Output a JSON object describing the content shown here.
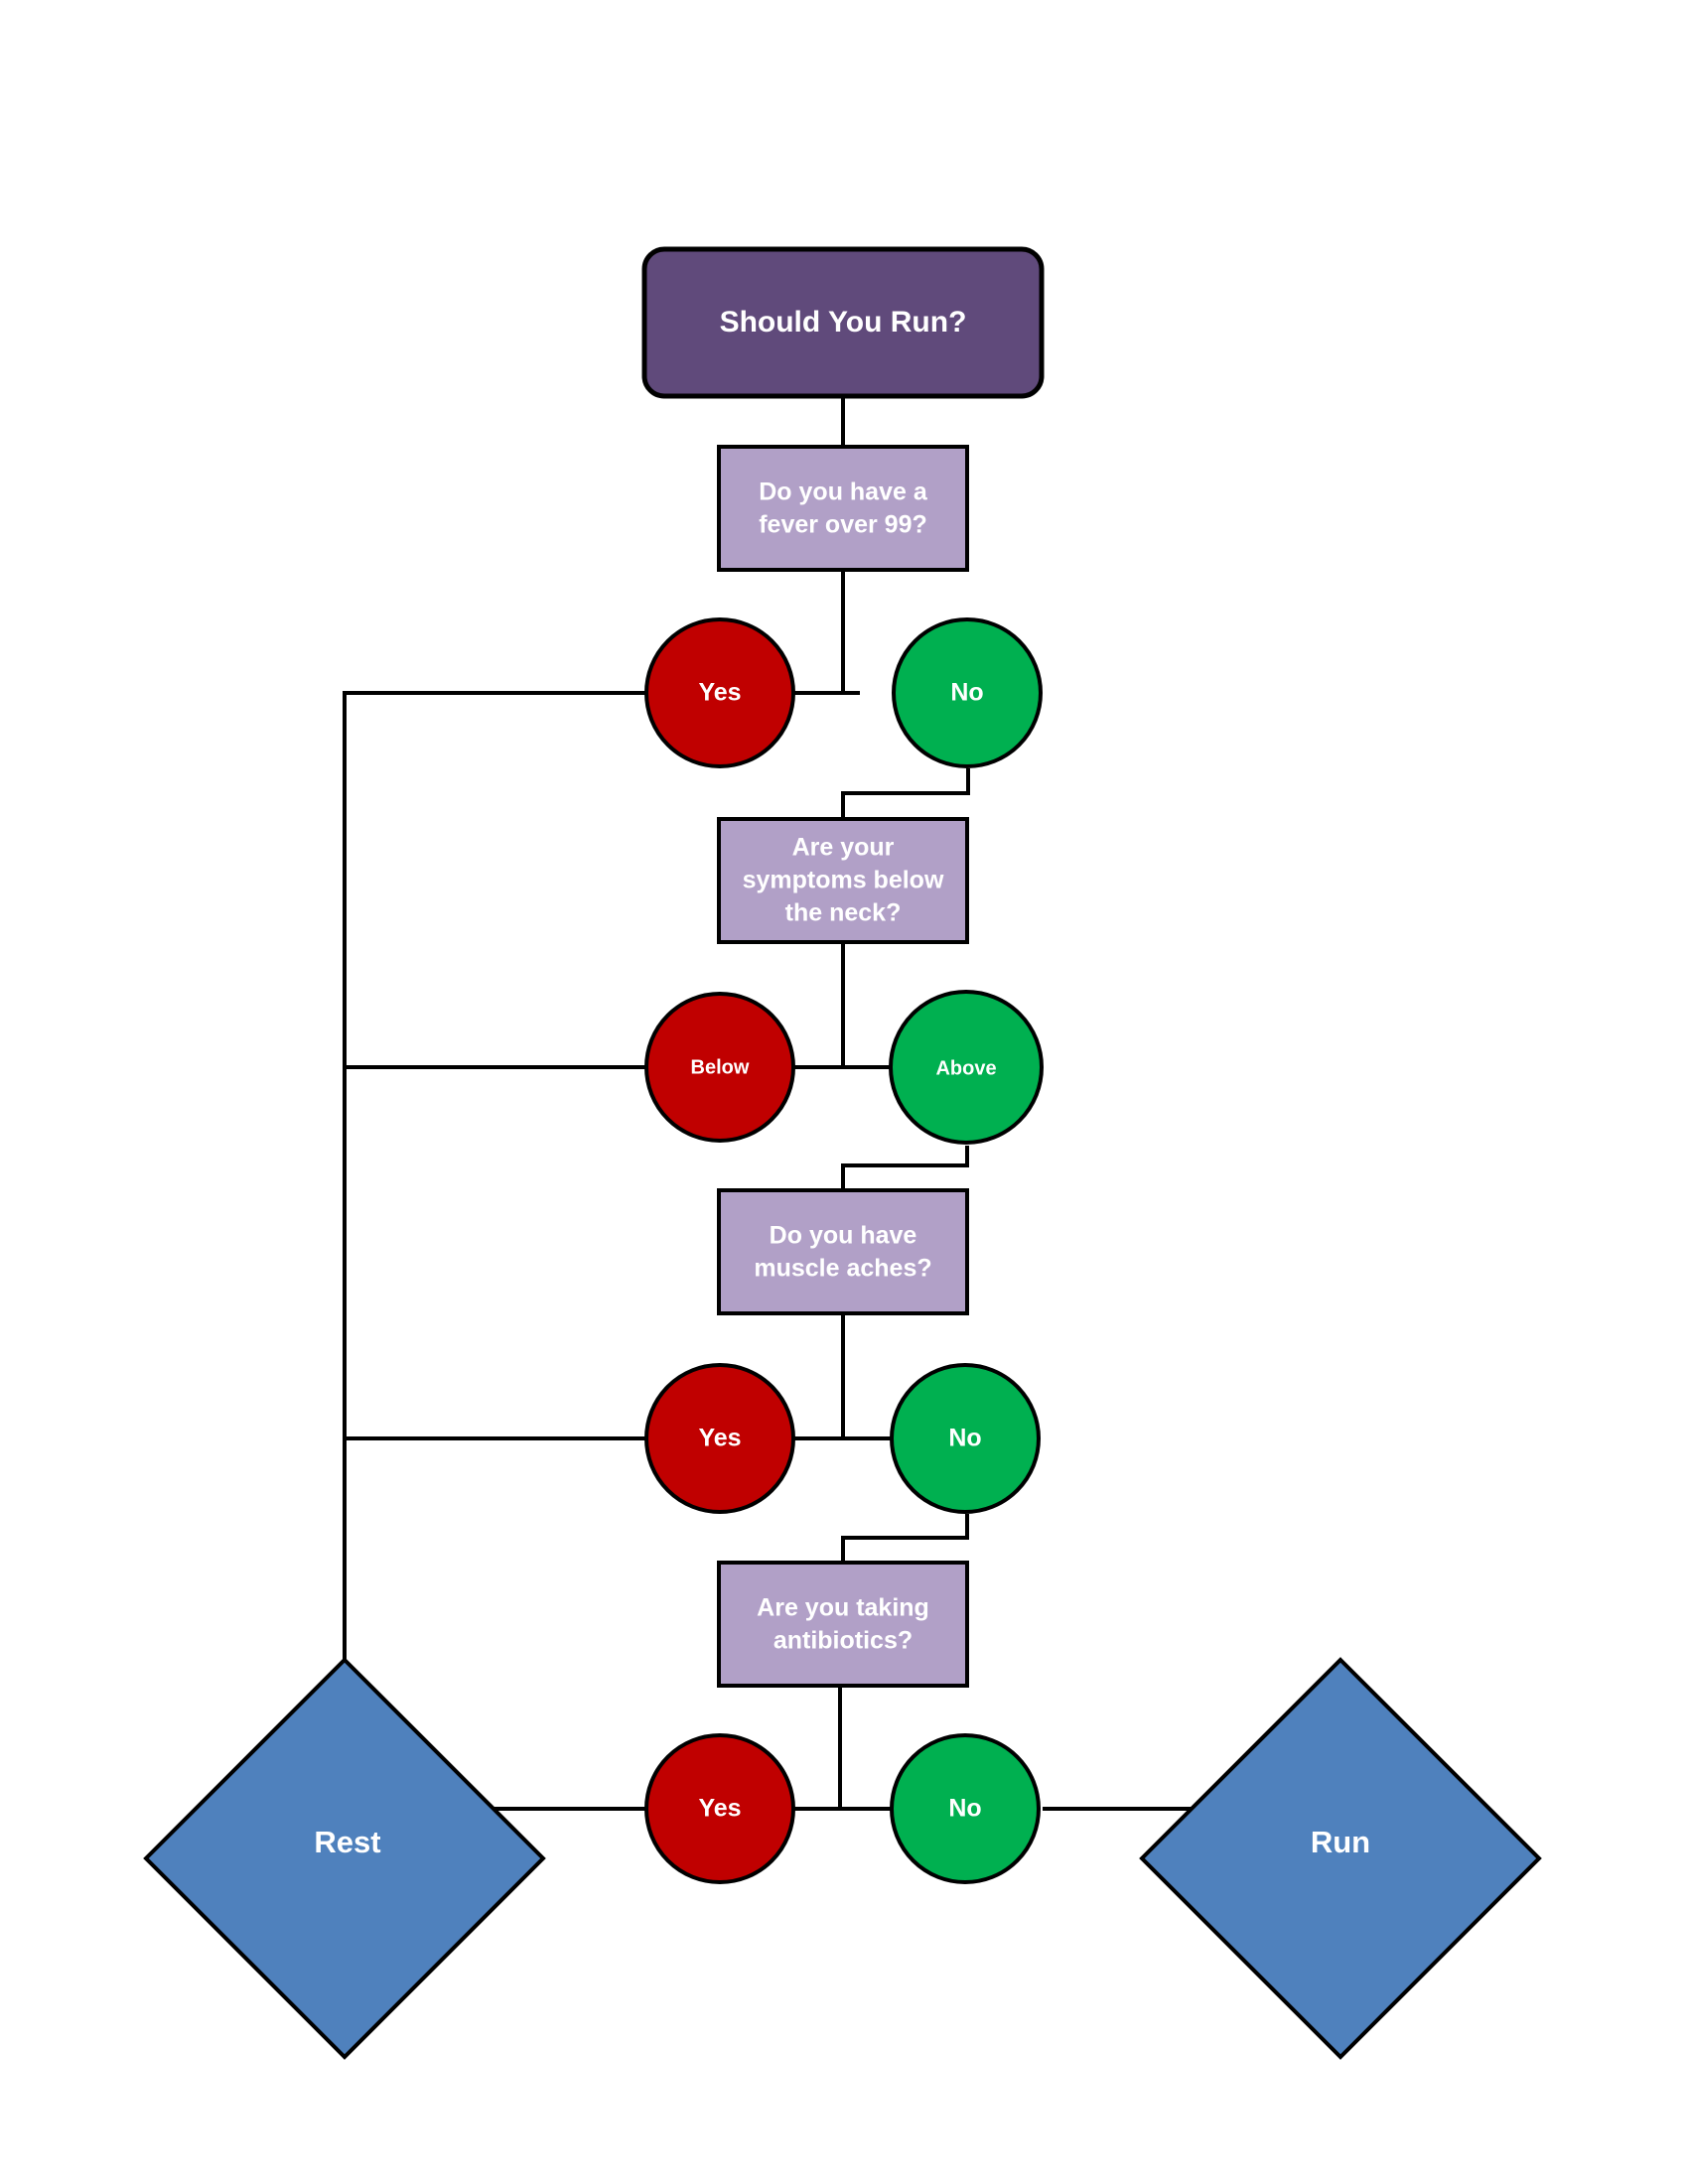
{
  "title": "Should You Run?",
  "colors": {
    "title_fill": "#604a7b",
    "question_fill": "#b1a0c7",
    "negative_fill": "#c00000",
    "positive_fill": "#00b050",
    "endpoint_fill": "#4f81bd",
    "stroke": "#000000"
  },
  "questions": [
    {
      "lines": [
        "Do you have a",
        "fever over 99?"
      ],
      "negative": "Yes",
      "positive": "No"
    },
    {
      "lines": [
        "Are your",
        "symptoms below",
        "the neck?"
      ],
      "negative": "Below",
      "positive": "Above"
    },
    {
      "lines": [
        "Do you have",
        "muscle aches?"
      ],
      "negative": "Yes",
      "positive": "No"
    },
    {
      "lines": [
        "Are you taking",
        "antibiotics?"
      ],
      "negative": "Yes",
      "positive": "No"
    }
  ],
  "outcomes": {
    "rest": "Rest",
    "run": "Run"
  }
}
